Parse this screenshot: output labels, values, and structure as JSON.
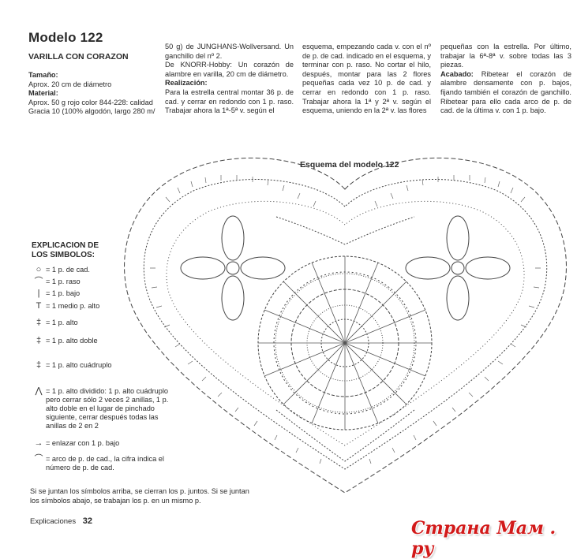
{
  "header": {
    "title": "Modelo 122",
    "subtitle": "VARILLA CON CORAZON"
  },
  "columns": {
    "c1": {
      "size_label": "Tamaño:",
      "size_text": "Aprox. 20 cm de diámetro",
      "material_label": "Material:",
      "material_text": "Aprox. 50 g rojo color 844-228: calidad Gracia 10 (100% algodón, largo 280 m/"
    },
    "c2": {
      "text1": "50 g) de JUNGHANS-Wollversand. Un ganchillo del nº 2.",
      "text2": "De KNORR-Hobby: Un corazón de alambre en varilla, 20 cm de diámetro.",
      "realizacion_label": "Realización:",
      "realizacion_text": "Para la estrella central montar 36 p. de cad. y cerrar en redondo con 1 p. raso. Trabajar ahora la 1ª-5ª v. según el"
    },
    "c3": {
      "text": "esquema, empezando cada v. con el nº de p. de cad. indicado en el esquema, y terminar con p. raso. No cortar el hilo, después, montar para las 2 flores pequeñas cada vez 10 p. de cad. y cerrar en redondo con 1 p. raso. Trabajar ahora la 1ª y 2ª v. según el esquema, uniendo en la 2ª v. las flores"
    },
    "c4": {
      "text1": "pequeñas con la estrella. Por último, trabajar la 6ª-8ª v. sobre todas las 3 piezas.",
      "acabado_label": "Acabado:",
      "acabado_text": "Ribetear el corazón de alambre densamente con p. bajos, fijando también el corazón de ganchillo. Ribetear para ello cada arco de p. de cad. de la última v. con 1 p. bajo."
    }
  },
  "chart": {
    "title": "Esquema del modelo 122"
  },
  "legend": {
    "title": "EXPLICACION DE LOS SIMBOLOS:",
    "items": [
      {
        "symbol": "○",
        "text": "= 1 p. de cad."
      },
      {
        "symbol": "⌒",
        "text": "= 1 p. raso"
      },
      {
        "symbol": "|",
        "text": "= 1 p. bajo"
      },
      {
        "symbol": "T",
        "text": "= 1 medio p. alto"
      },
      {
        "symbol": "‡",
        "text": "= 1 p. alto"
      },
      {
        "symbol": "‡",
        "text": "= 1 p. alto doble"
      },
      {
        "symbol": "‡",
        "text": "= 1 p. alto cuádruplo"
      },
      {
        "symbol": "⋀",
        "text": "= 1 p. alto dividido: 1 p. alto cuádruplo pero cerrar sólo 2 veces 2 anillas, 1 p. alto doble en el lugar de pinchado siguiente, cerrar después todas las anillas de 2 en 2"
      },
      {
        "symbol": "→",
        "text": "= enlazar con 1 p. bajo"
      },
      {
        "symbol": "⌒",
        "text": "= arco de p. de cad., la cifra indica el número de p. de cad."
      }
    ],
    "note": "Si se juntan los símbolos arriba, se cierran los p. juntos. Si se juntan los símbolos abajo, se trabajan los p. en un mismo p."
  },
  "footer": {
    "section": "Explicaciones",
    "page": "32"
  },
  "watermark": {
    "text": "Страна Мам . ру"
  }
}
